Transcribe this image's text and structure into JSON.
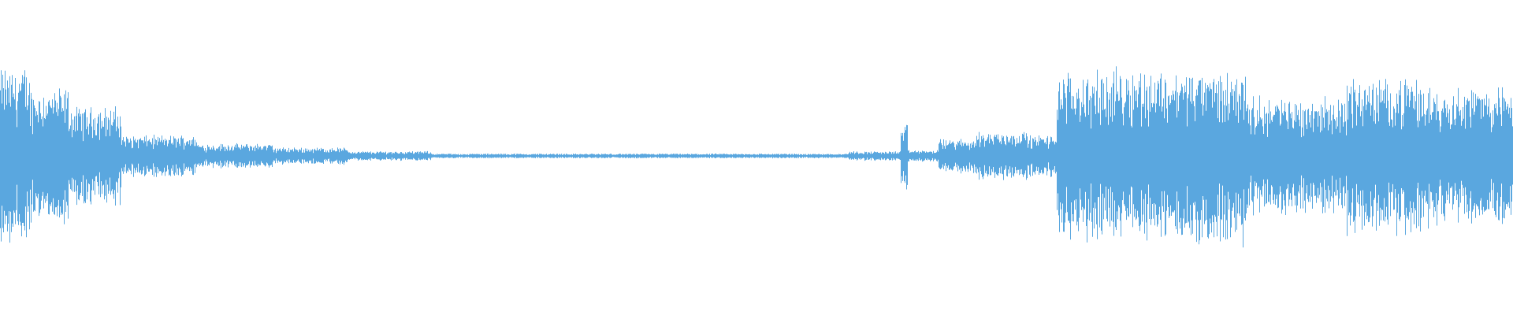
{
  "waveform": {
    "color": "#5aa7df",
    "background": "#ffffff",
    "envelope_segments": [
      {
        "from": 0.0,
        "to": 0.02,
        "amp": 0.94
      },
      {
        "from": 0.02,
        "to": 0.045,
        "amp": 0.72
      },
      {
        "from": 0.045,
        "to": 0.08,
        "amp": 0.52
      },
      {
        "from": 0.08,
        "to": 0.13,
        "amp": 0.22
      },
      {
        "from": 0.13,
        "to": 0.18,
        "amp": 0.13
      },
      {
        "from": 0.18,
        "to": 0.23,
        "amp": 0.09
      },
      {
        "from": 0.23,
        "to": 0.285,
        "amp": 0.05
      },
      {
        "from": 0.285,
        "to": 0.56,
        "amp": 0.025
      },
      {
        "from": 0.56,
        "to": 0.595,
        "amp": 0.05
      },
      {
        "from": 0.595,
        "to": 0.6,
        "amp": 0.35
      },
      {
        "from": 0.6,
        "to": 0.62,
        "amp": 0.06
      },
      {
        "from": 0.62,
        "to": 0.645,
        "amp": 0.18
      },
      {
        "from": 0.645,
        "to": 0.68,
        "amp": 0.26
      },
      {
        "from": 0.68,
        "to": 0.698,
        "amp": 0.22
      },
      {
        "from": 0.698,
        "to": 0.735,
        "amp": 0.88
      },
      {
        "from": 0.735,
        "to": 0.825,
        "amp": 0.92
      },
      {
        "from": 0.825,
        "to": 0.89,
        "amp": 0.62
      },
      {
        "from": 0.89,
        "to": 0.94,
        "amp": 0.82
      },
      {
        "from": 0.94,
        "to": 1.0,
        "amp": 0.74
      }
    ]
  }
}
